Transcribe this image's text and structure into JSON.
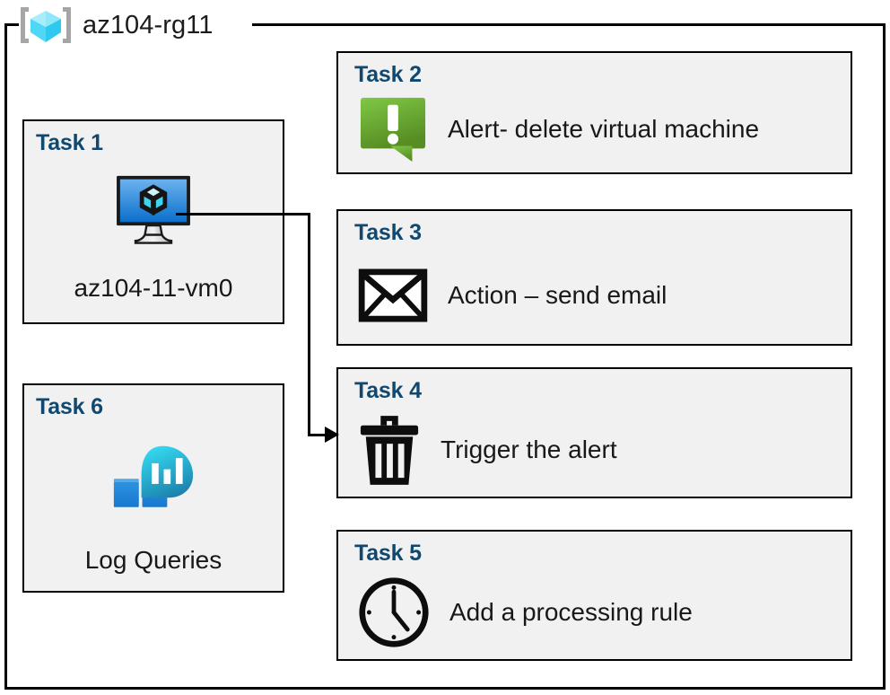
{
  "resource_group": {
    "name": "az104-rg11",
    "icon": "resource-group-cube-icon",
    "icon_colors": {
      "cube_light": "#7ee8fa",
      "cube_mid": "#4fd8f5",
      "cube_dark": "#a6eefb",
      "bracket": "#a6a6a6"
    }
  },
  "colors": {
    "task_title": "#11486f",
    "box_fill": "#f1f1f1",
    "box_border": "#000000",
    "alert_green_top": "#7ac143",
    "alert_green_bottom": "#5c9226",
    "vm_blue_top": "#5fa8ec",
    "vm_blue_bottom": "#0d72cc",
    "log_teal_top": "#31d1ee",
    "log_teal_bottom": "#1d8ab5",
    "log_square_light": "#4aa3e8",
    "log_square_dark": "#1f86d8"
  },
  "tasks": [
    {
      "id": "task1",
      "title": "Task 1",
      "icon": "virtual-machine-icon",
      "caption": "az104-11-vm0",
      "column": "left"
    },
    {
      "id": "task2",
      "title": "Task 2",
      "icon": "alert-exclamation-bubble-icon",
      "caption": "Alert- delete virtual machine",
      "column": "right"
    },
    {
      "id": "task3",
      "title": "Task 3",
      "icon": "envelope-icon",
      "caption": "Action – send email",
      "column": "right"
    },
    {
      "id": "task4",
      "title": "Task 4",
      "icon": "trash-can-icon",
      "caption": "Trigger the alert",
      "column": "right"
    },
    {
      "id": "task5",
      "title": "Task 5",
      "icon": "clock-icon",
      "caption": "Add a processing rule",
      "column": "right"
    },
    {
      "id": "task6",
      "title": "Task 6",
      "icon": "log-analytics-icon",
      "caption": "Log Queries",
      "column": "left"
    }
  ],
  "connector": {
    "from": "task1-virtual-machine-icon",
    "to": "task4",
    "style": "orthogonal-arrow"
  }
}
